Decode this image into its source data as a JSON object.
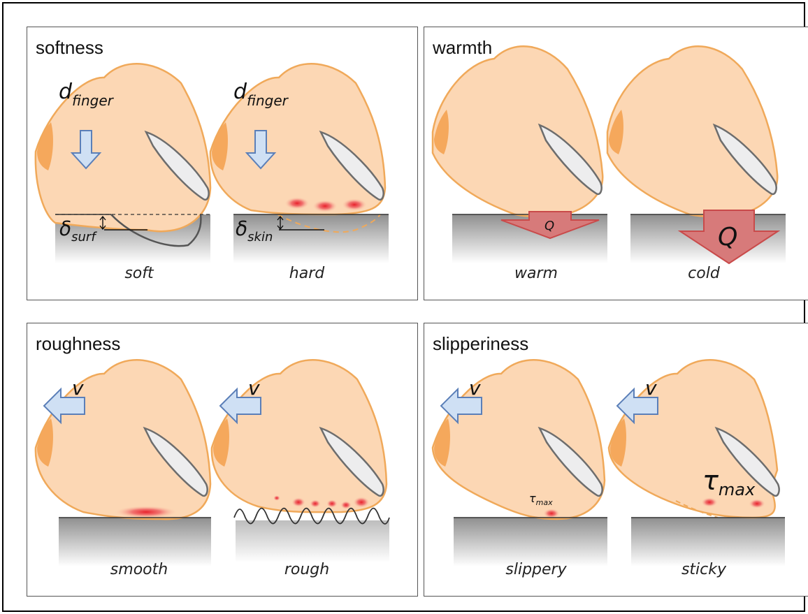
{
  "panels": {
    "softness": {
      "title": "softness",
      "left_caption": "soft",
      "right_caption": "hard",
      "d_main": "d",
      "d_sub": "finger",
      "delta_surf_main": "δ",
      "delta_surf_sub": "surf",
      "delta_skin_main": "δ",
      "delta_skin_sub": "skin"
    },
    "warmth": {
      "title": "warmth",
      "left_caption": "warm",
      "right_caption": "cold",
      "q_small": "Q",
      "q_large": "Q"
    },
    "roughness": {
      "title": "roughness",
      "left_caption": "smooth",
      "right_caption": "rough",
      "v_left": "v",
      "v_right": "v"
    },
    "slipperiness": {
      "title": "slipperiness",
      "left_caption": "slippery",
      "right_caption": "sticky",
      "v_left": "v",
      "v_right": "v",
      "tau_small_main": "τ",
      "tau_small_sub": "max",
      "tau_large_main": "τ",
      "tau_large_sub": "max"
    }
  },
  "colors": {
    "finger_fill": "#fcd7b4",
    "finger_stroke": "#f0a95a",
    "nail_fill": "#ededee",
    "nail_stroke": "#6d6d6d",
    "arrow_blue_fill": "#cfe0f4",
    "arrow_blue_stroke": "#5b7fb8",
    "arrow_red_fill": "#d77a7a",
    "arrow_red_stroke": "#c94a4a",
    "hotspot": "#e8202a"
  }
}
